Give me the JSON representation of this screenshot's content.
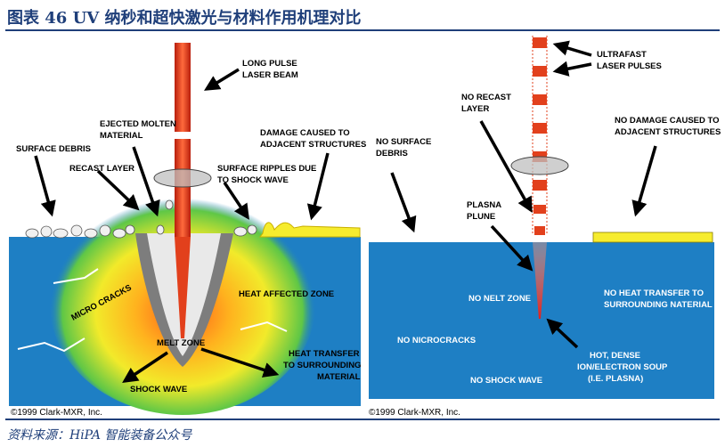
{
  "figure": {
    "title": "图表 46  UV 纳秒和超快激光与材料作用机理对比",
    "source": "资料来源：HiPA 智能装备公众号"
  },
  "left_panel": {
    "labels": {
      "long_pulse_1": "LONG PULSE",
      "long_pulse_2": "LASER BEAM",
      "ejected_1": "EJECTED MOLTEN",
      "ejected_2": "MATERIAL",
      "surface_debris": "SURFACE DEBRIS",
      "recast_layer": "RECAST LAYER",
      "ripples_1": "SURFACE RIPPLES DUE",
      "ripples_2": "TO SHOCK WAVE",
      "damage_1": "DAMAGE CAUSED TO",
      "damage_2": "ADJACENT STRUCTURES",
      "heat_affected": "HEAT AFFECTED ZONE",
      "micro_cracks": "MICRO CRACKS",
      "melt_zone": "MELT ZONE",
      "shock_wave": "SHOCK WAVE",
      "heat_transfer_1": "HEAT TRANSFER",
      "heat_transfer_2": "TO SURROUNDING",
      "heat_transfer_3": "MATERIAL"
    },
    "copyright": "©1999 Clark-MXR, Inc."
  },
  "right_panel": {
    "labels": {
      "ultrafast_1": "ULTRAFAST",
      "ultrafast_2": "LASER PULSES",
      "no_recast_1": "NO RECAST",
      "no_recast_2": "LAYER",
      "no_damage_1": "NO DAMAGE CAUSED TO",
      "no_damage_2": "ADJACENT STRUCTURES",
      "no_debris_1": "NO SURFACE",
      "no_debris_2": "DEBRIS",
      "plasma_1": "PLASNA",
      "plasma_2": "PLUNE",
      "no_melt": "NO NELT ZONE",
      "no_heat_1": "NO HEAT TRANSFER TO",
      "no_heat_2": "SURROUNDING NATERIAL",
      "no_microcracks": "NO NICROCRACKS",
      "hot_1": "HOT, DENSE",
      "hot_2": "ION/ELECTRON SOUP",
      "hot_3": "(I.E. PLASNA)",
      "no_shock": "NO SHOCK WAVE"
    },
    "copyright": "©1999 Clark-MXR, Inc."
  },
  "colors": {
    "title_blue": "#1f3f7a",
    "material_blue": "#1e7fc4",
    "laser_red": "#e2401c",
    "heat_yellow": "#f2ea2a",
    "heat_green": "#3fbf4a",
    "surface_yellow": "#f6ec2e"
  }
}
